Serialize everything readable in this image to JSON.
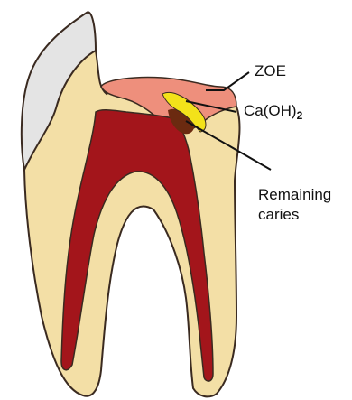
{
  "labels": {
    "zoe": "ZOE",
    "caoh": "Ca(OH)",
    "caoh_sub": "2",
    "remaining_line1": "Remaining",
    "remaining_line2": "caries"
  },
  "colors": {
    "dentin": "#f3dfa6",
    "dentin_outline": "#3a2a20",
    "enamel": "#e4e4e4",
    "pulp": "#a3151b",
    "pulp_dark": "#5a0a0c",
    "zoe": "#ee8f7c",
    "caoh": "#f3e21a",
    "caries": "#6b2a10",
    "leader": "#111111"
  }
}
